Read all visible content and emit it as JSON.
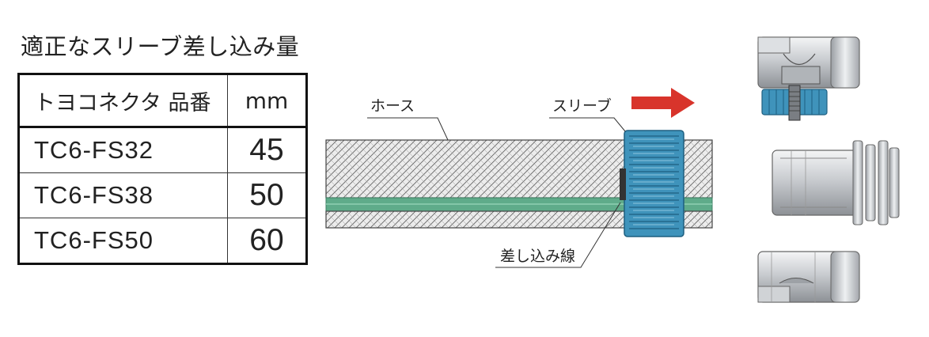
{
  "title": "適正なスリーブ差し込み量",
  "table": {
    "headers": [
      "トヨコネクタ 品番",
      "mm"
    ],
    "rows": [
      {
        "part": "TC6-FS32",
        "mm": "45"
      },
      {
        "part": "TC6-FS38",
        "mm": "50"
      },
      {
        "part": "TC6-FS50",
        "mm": "60"
      }
    ]
  },
  "diagram": {
    "labels": {
      "hose": "ホース",
      "sleeve": "スリーブ",
      "insertion_line": "差し込み線"
    },
    "colors": {
      "sleeve": "#3f93bb",
      "sleeve_dark": "#1e5f80",
      "hose_liner": "#5fab8a",
      "arrow": "#d8342b",
      "hatch": "#555555",
      "metal": "#c9ccd0"
    },
    "icons": [
      "right-arrow-icon"
    ]
  }
}
